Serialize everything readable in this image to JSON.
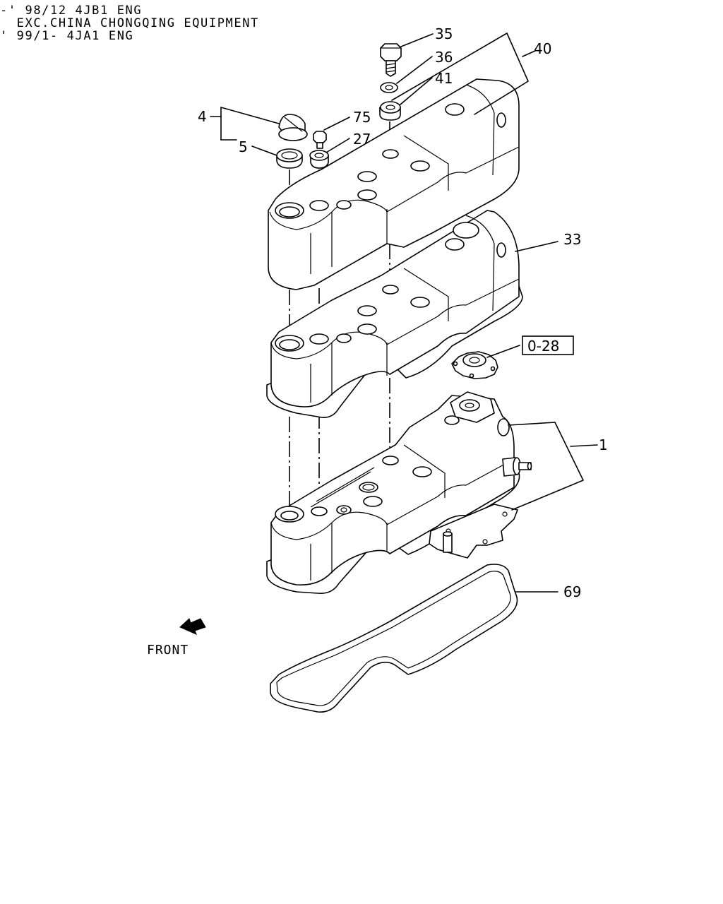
{
  "header": {
    "line1": "-' 98/12 4JB1 ENG",
    "line2": "  EXC.CHINA CHONGQING EQUIPMENT",
    "line3": "' 99/1- 4JA1 ENG"
  },
  "callouts": {
    "c35": "35",
    "c36": "36",
    "c40": "40",
    "c41": "41",
    "c4": "4",
    "c75": "75",
    "c27": "27",
    "c5": "5",
    "c33": "33",
    "c028": "0-28",
    "c1": "1",
    "c69": "69"
  },
  "front_label": "FRONT"
}
